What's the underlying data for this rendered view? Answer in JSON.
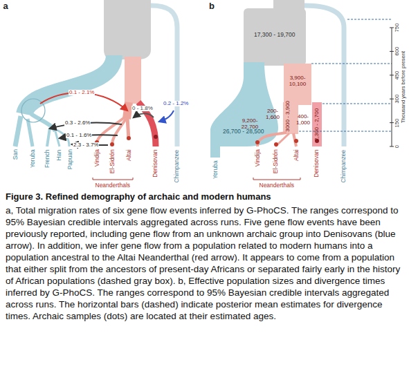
{
  "diagram": {
    "title": "Figure 3. Refined demography of archaic and modern humans",
    "caption": "a, Total migration rates of six gene flow events inferred by G-PhoCS. The ranges correspond to 95% Bayesian credible intervals aggregated across runs. Five gene flow events have been previously reported, including gene flow from an unknown archaic group into Denisovans (blue arrow). In addition, we infer gene flow from a population related to modern humans into a population ancestral to the Altai Neanderthal (red arrow). It appears to come from a population that either split from the ancestors of present-day Africans or separated fairly early in the history of African populations (dashed gray box). b, Effective population sizes and divergence times inferred by G-PhoCS. The ranges correspond to 95% Bayesian credible intervals aggregated across runs. The horizontal bars (dashed) indicate posterior mean estimates for divergence times. Archaic samples (dots) are located at their estimated ages.",
    "labels": [
      "a",
      "San",
      "Yoruba",
      "French",
      "Han",
      "Papuan",
      "Vindija",
      "El-Sidrón",
      "Altai",
      "Neanderthals",
      "Denisovan",
      "Chimpanzee",
      "0.1 - 2.1%",
      "0.3 - 2.6%",
      "0.1 - 1.6%",
      "2.3 - 3.7%",
      "0 - 1.8%",
      "0.2 - 1.2%",
      "b",
      "17,300 - 19,700",
      "3,900- 10,100",
      "26,700 - 28,500",
      "9,200- 22,700",
      "200- 1,600",
      "3000 - 3,900",
      "400- 1,000",
      "2,300 - 2,700",
      "Yoruba",
      "Vindija",
      "El-Sidrón",
      "Altai",
      "Neanderthals",
      "Denisovan",
      "Chimpanzee",
      "0",
      "150",
      "300",
      "450",
      "600",
      "750",
      "Thousand years before present"
    ]
  }
}
